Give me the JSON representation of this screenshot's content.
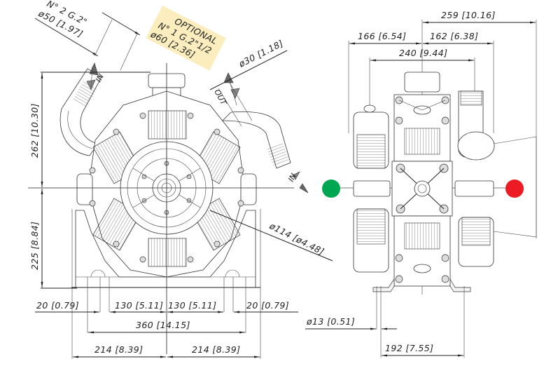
{
  "drawing": {
    "title": "Diaphragm pump dimensional drawing",
    "front_view": {
      "inlet_label": "IN",
      "outlet_label": "OUT",
      "inlet_spec": {
        "line1": "N° 2 G.2\"",
        "line2": "ø50 [1.97]"
      },
      "optional_box": {
        "line1": "OPTIONAL",
        "line2": "N° 1 G.2\"1/2",
        "line3": "ø60 [2.36]",
        "color": "#fbedbd"
      },
      "outlet_dia": "ø30 [1.18]",
      "flange_dia": "ø114 [ø4.48]",
      "height_upper": "262 [10.30]",
      "height_lower": "225 [8.84]",
      "base_dims": {
        "left_edge": "20 [0.79]",
        "left_center": "130 [5.11]",
        "right_center": "130 [5.11]",
        "right_edge": "20 [0.79]",
        "overall_holes": "360 [14.15]",
        "half_left": "214 [8.39]",
        "half_right": "214 [8.39]"
      }
    },
    "side_view": {
      "top_overall": "259 [10.16]",
      "left_to_axis": "166 [6.54]",
      "axis_to_right": "162 [6.38]",
      "body_width": "240 [9.44]",
      "hole_dia": "ø13 [0.51]",
      "foot_width": "192 [7.55]",
      "shaft_markers": [
        {
          "name": "shaft-left-marker",
          "color": "#00a651"
        },
        {
          "name": "shaft-right-marker",
          "color": "#ed1c24"
        }
      ]
    }
  }
}
